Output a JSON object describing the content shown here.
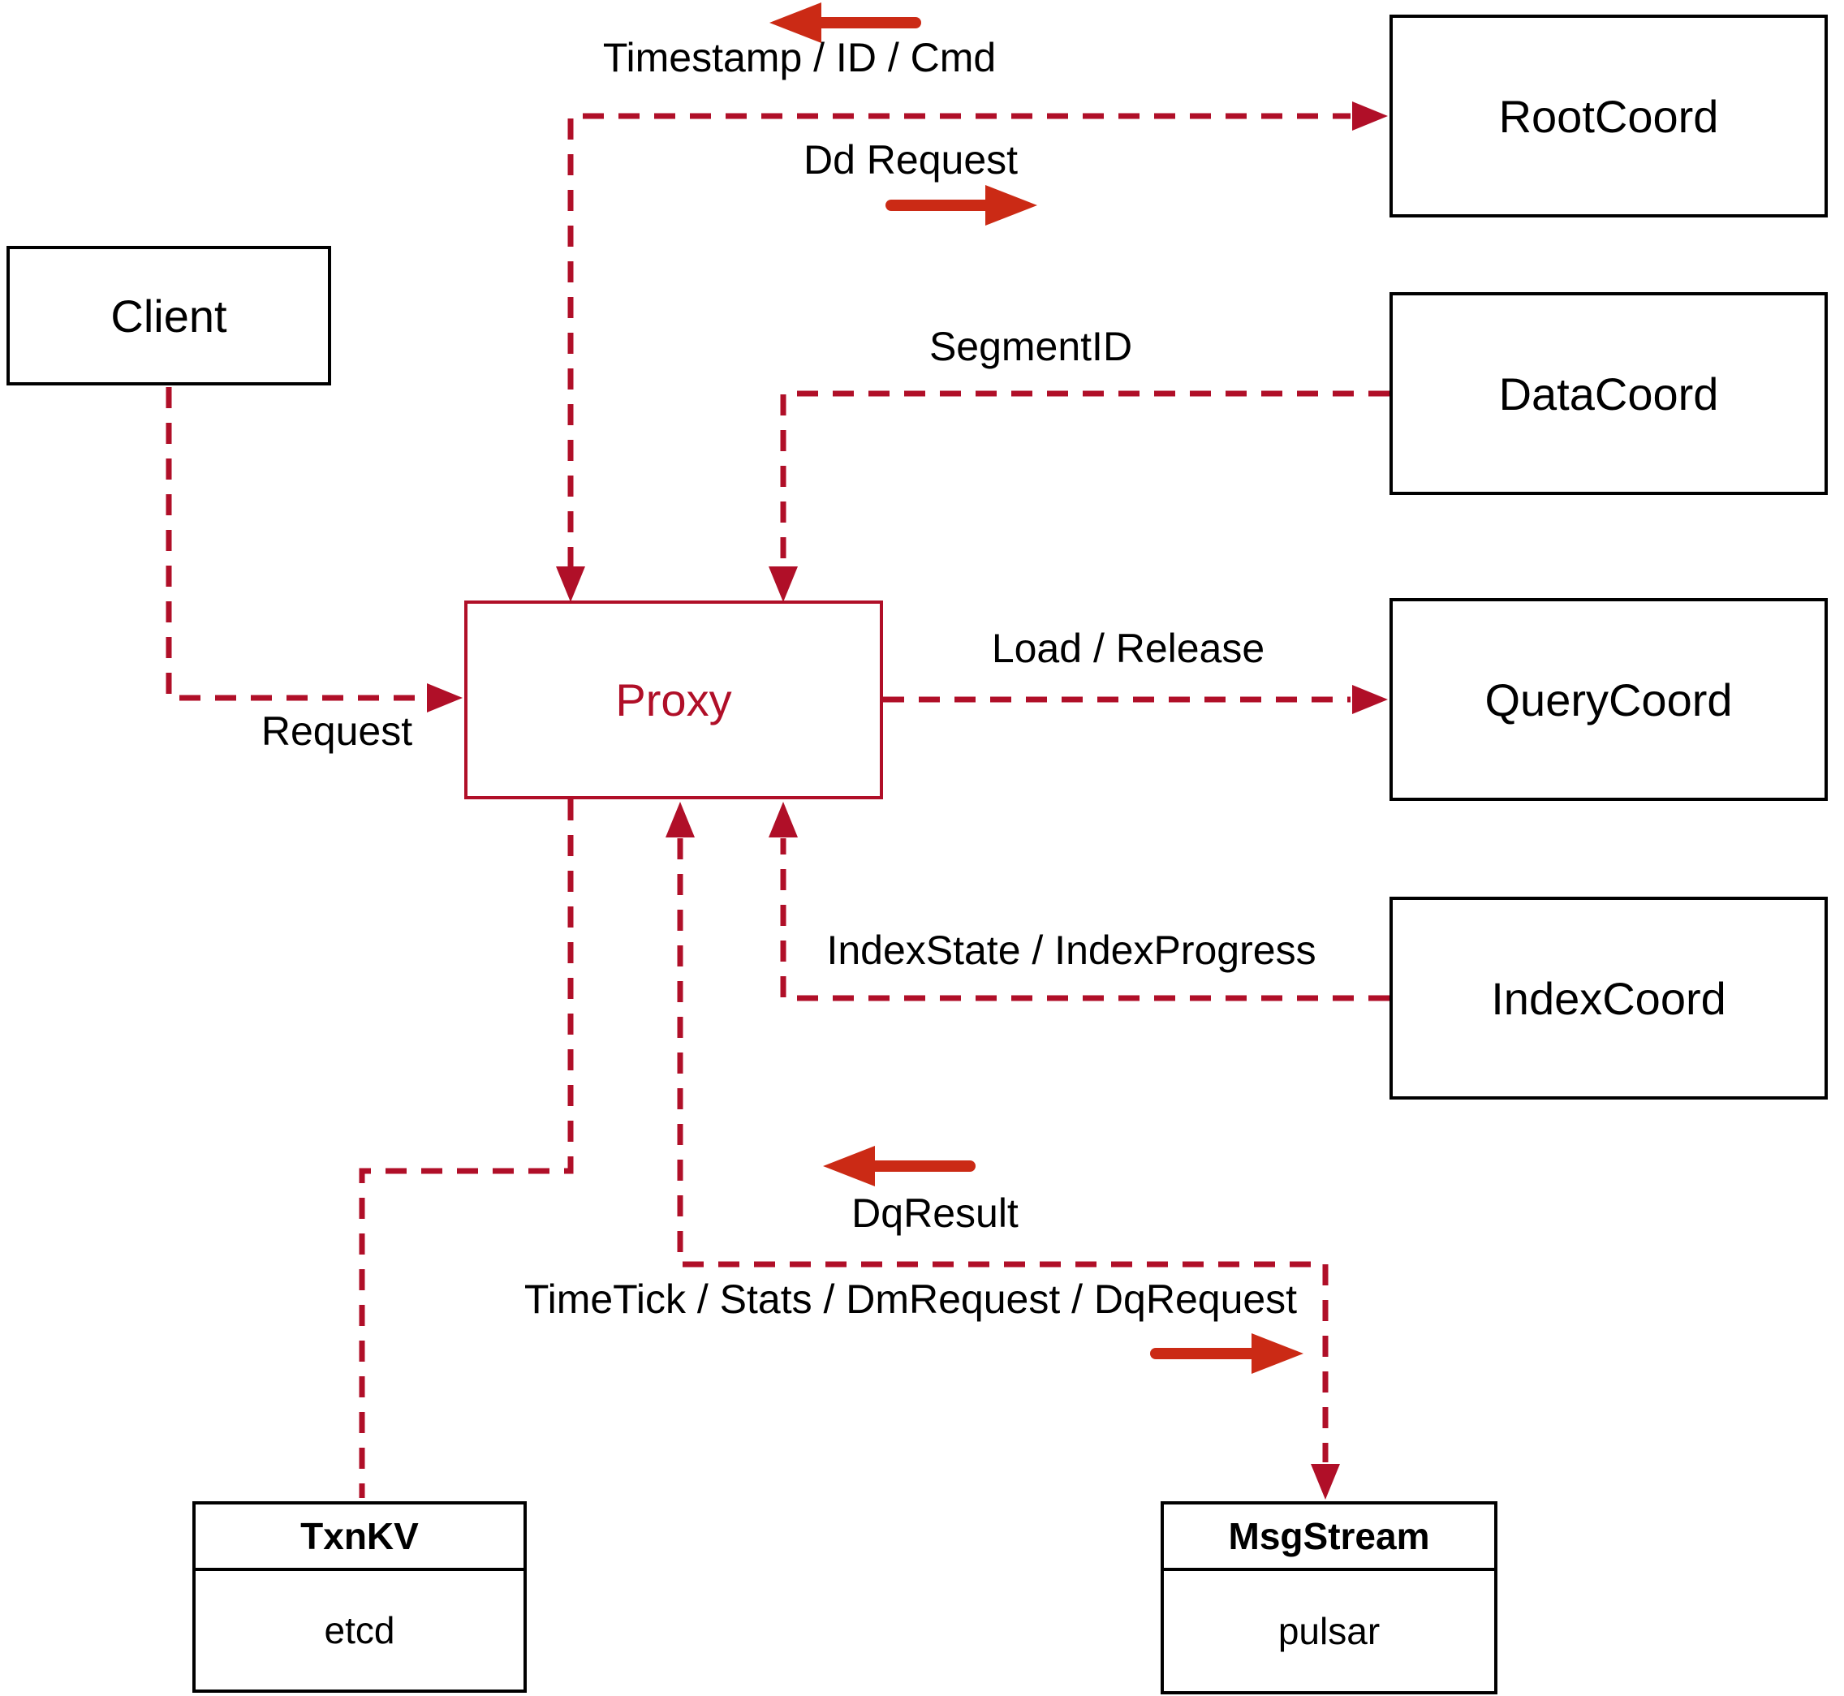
{
  "diagram": {
    "title": "Milvus Proxy interaction diagram",
    "nodes": {
      "client": {
        "label": "Client"
      },
      "proxy": {
        "label": "Proxy"
      },
      "rootcoord": {
        "label": "RootCoord"
      },
      "datacoord": {
        "label": "DataCoord"
      },
      "querycoord": {
        "label": "QueryCoord"
      },
      "indexcoord": {
        "label": "IndexCoord"
      },
      "txnkv": {
        "title": "TxnKV",
        "subtitle": "etcd"
      },
      "msgstream": {
        "title": "MsgStream",
        "subtitle": "pulsar"
      }
    },
    "edge_labels": {
      "timestamp_id_cmd": "Timestamp / ID / Cmd",
      "dd_request": "Dd Request",
      "segment_id": "SegmentID",
      "request": "Request",
      "load_release": "Load / Release",
      "index_state": "IndexState / IndexProgress",
      "dq_result": "DqResult",
      "timetick": "TimeTick / Stats / DmRequest / DqRequest"
    },
    "colors": {
      "connector_dashed": "#b00f28",
      "solid_arrow": "#cb2a15",
      "node_border": "#000000",
      "proxy_accent": "#b00f28",
      "text": "#000000",
      "background": "#ffffff"
    }
  }
}
